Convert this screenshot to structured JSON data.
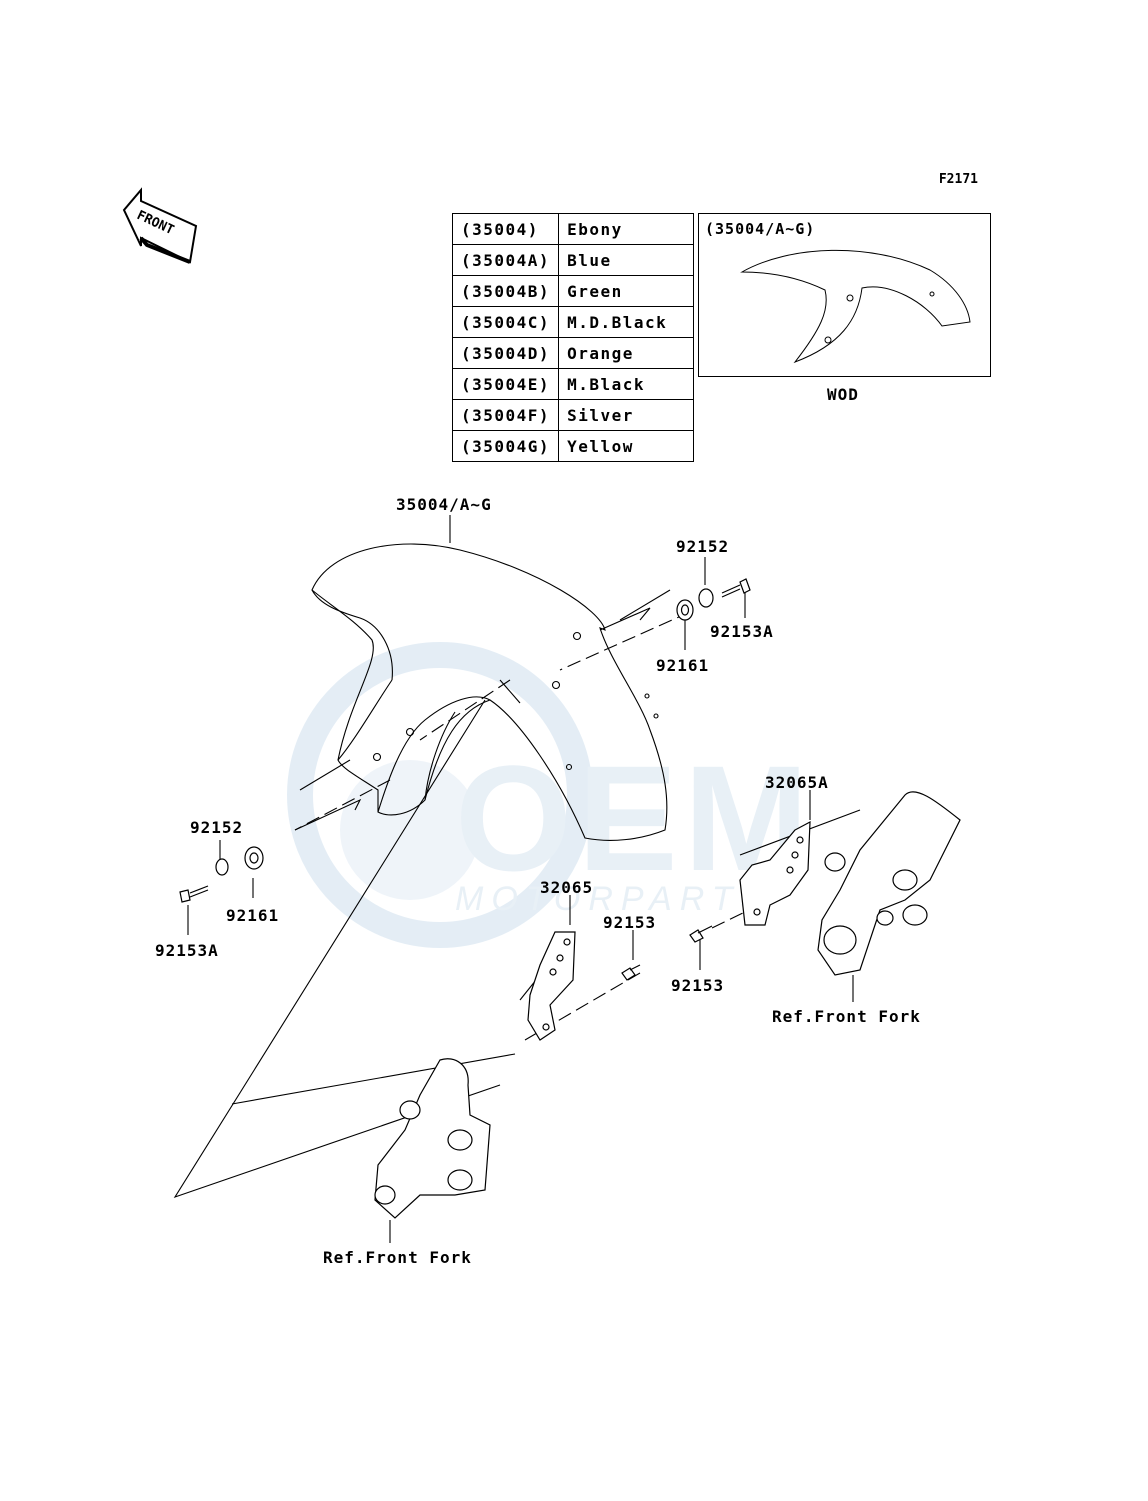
{
  "figure_code": "F2171",
  "front_label": "FRONT",
  "color_table": [
    {
      "part": "(35004)",
      "color": "Ebony"
    },
    {
      "part": "(35004A)",
      "color": "Blue"
    },
    {
      "part": "(35004B)",
      "color": "Green"
    },
    {
      "part": "(35004C)",
      "color": "M.D.Black"
    },
    {
      "part": "(35004D)",
      "color": "Orange"
    },
    {
      "part": "(35004E)",
      "color": "M.Black"
    },
    {
      "part": "(35004F)",
      "color": "Silver"
    },
    {
      "part": "(35004G)",
      "color": "Yellow"
    }
  ],
  "inset": {
    "title": "(35004/A~G)",
    "caption": "WOD"
  },
  "callouts": {
    "fender": "35004/A~G",
    "washer_right": "92152",
    "bolt_right": "92153A",
    "grommet_right": "92161",
    "bracket_right": "32065A",
    "washer_left": "92152",
    "grommet_left": "92161",
    "bolt_left": "92153A",
    "bracket_left": "32065",
    "bolt_bracket_left": "92153",
    "bolt_bracket_right": "92153",
    "fork_right": "Ref.Front Fork",
    "fork_left": "Ref.Front Fork"
  },
  "watermark": {
    "text": "OEM",
    "subtext": "MOTORPARTS",
    "color": "#d6e4f0"
  }
}
